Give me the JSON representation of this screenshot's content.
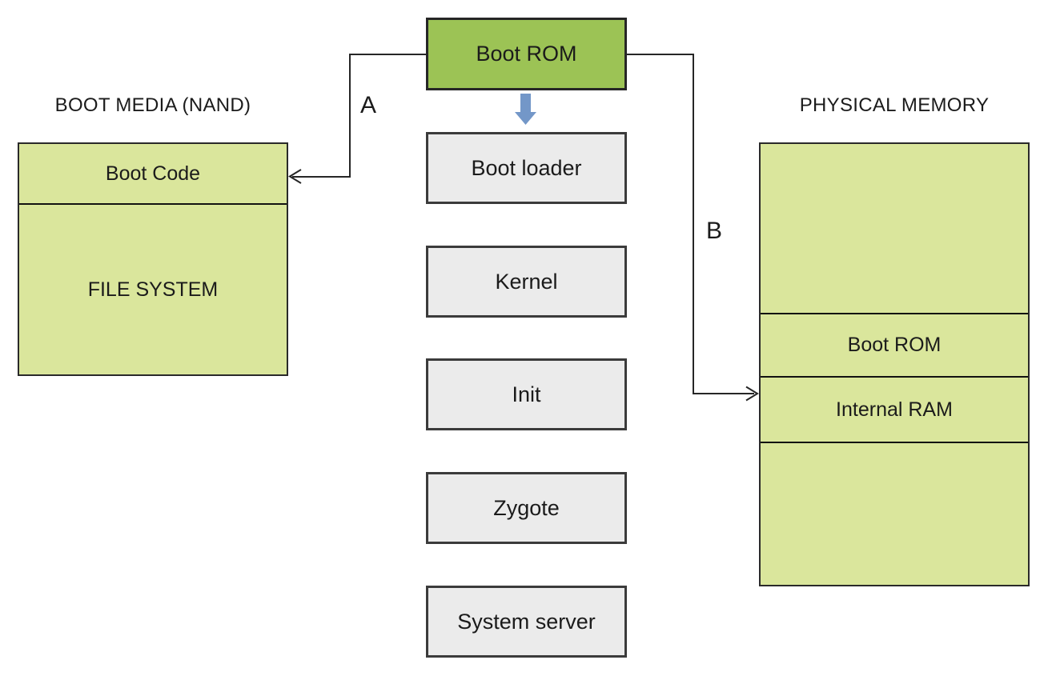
{
  "colors": {
    "boot_rom_green": "#9CC355",
    "light_green": "#DAE69C",
    "stage_gray": "#EBEBEB",
    "border_dark": "#3B3B3B",
    "line_black": "#262626",
    "arrow_blue": "#7397C8"
  },
  "left": {
    "heading": "BOOT MEDIA (NAND)",
    "segments": [
      {
        "label": "Boot Code"
      },
      {
        "label": "FILE SYSTEM"
      }
    ]
  },
  "center": {
    "boot_rom": "Boot ROM",
    "stages": [
      "Boot loader",
      "Kernel",
      "Init",
      "Zygote",
      "System server"
    ]
  },
  "right": {
    "heading": "PHYSICAL MEMORY",
    "segments": [
      {
        "label": ""
      },
      {
        "label": "Boot ROM"
      },
      {
        "label": "Internal RAM"
      },
      {
        "label": ""
      }
    ]
  },
  "connectors": {
    "a": "A",
    "b": "B"
  }
}
